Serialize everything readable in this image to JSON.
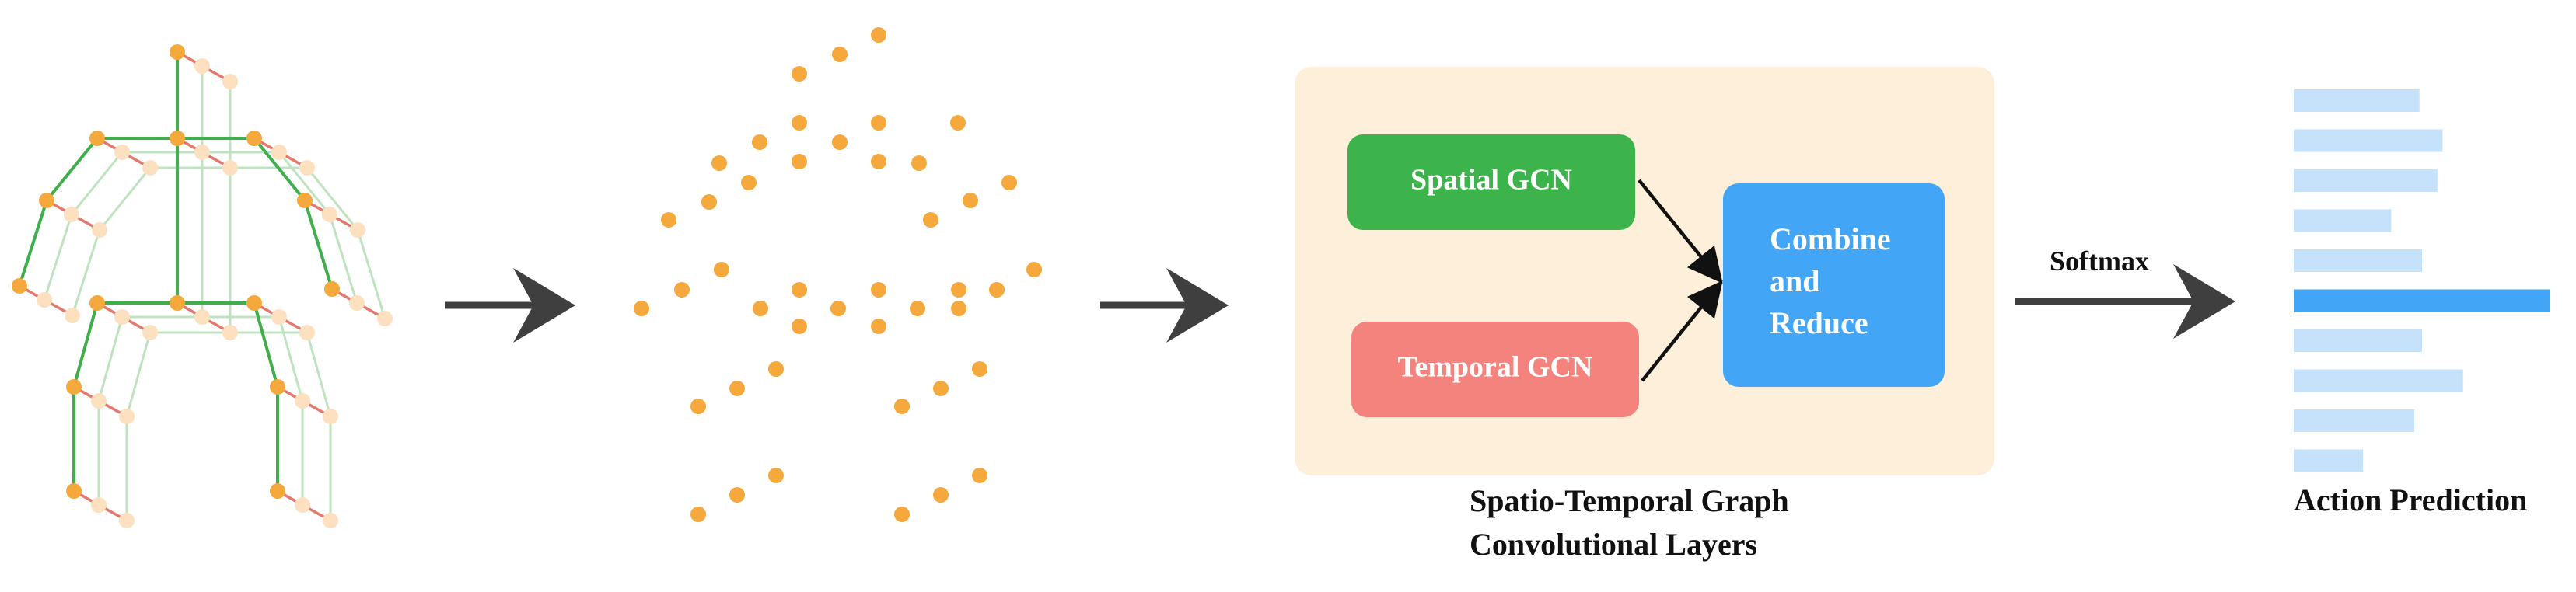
{
  "stgcn": {
    "spatial_label": "Spatial GCN",
    "temporal_label": "Temporal GCN",
    "combine_lines": [
      "Combine",
      "and",
      "Reduce"
    ],
    "caption_lines": [
      "Spatio-Temporal Graph",
      "Convolutional Layers"
    ]
  },
  "softmax_label": "Softmax",
  "prediction": {
    "caption": "Action Prediction",
    "bar_values": [
      0.49,
      0.58,
      0.56,
      0.38,
      0.5,
      1.0,
      0.5,
      0.66,
      0.47,
      0.27
    ],
    "highlight_index": 5
  },
  "colors": {
    "joint": "#f5a93c",
    "joint_faded": "#fde0c0",
    "bone_spatial": "#3fae4b",
    "bone_temporal": "#e5776c",
    "bone_faded": "#bfe3bf",
    "panel_bg": "#fdefd9",
    "spatial_box": "#3cb44b",
    "temporal_box": "#f4837d",
    "combine_box": "#42a5f5",
    "bar": "#c6e2fb",
    "bar_highlight": "#42a5f5",
    "arrow": "#3f3f3f",
    "text": "#111111"
  }
}
